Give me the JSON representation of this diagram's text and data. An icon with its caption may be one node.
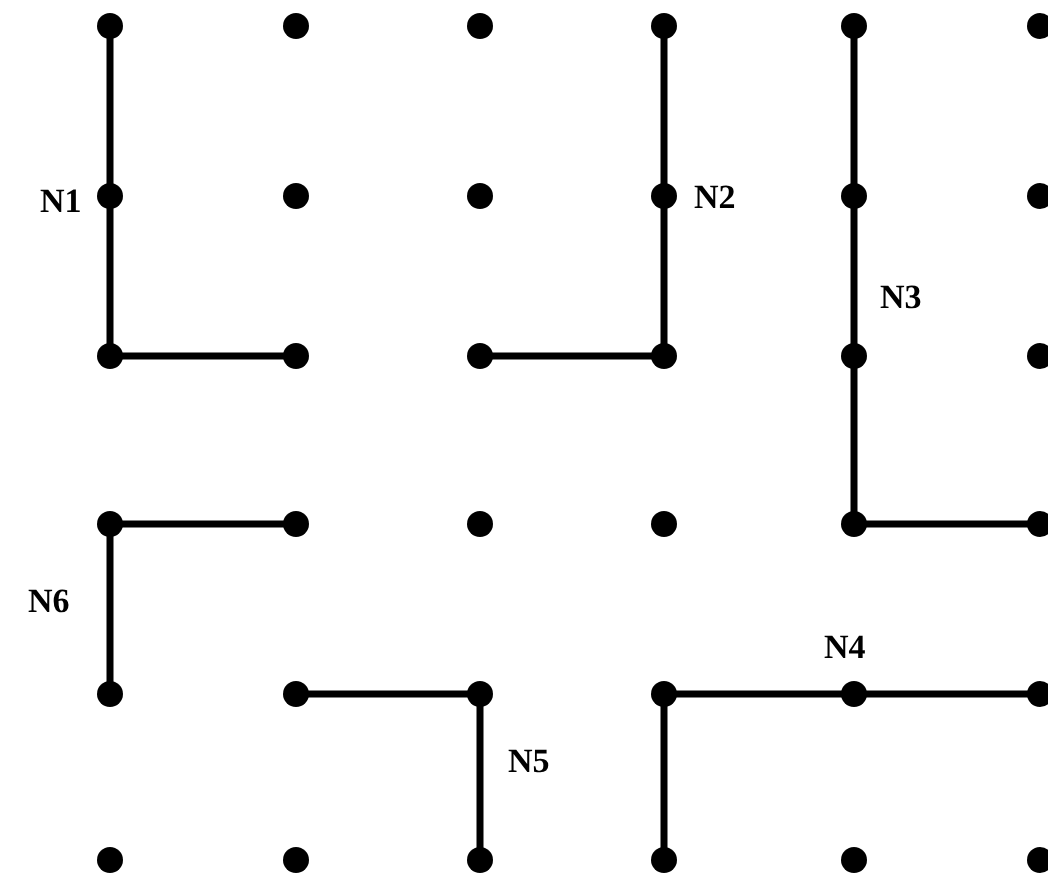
{
  "diagram": {
    "labels": [
      "N1",
      "N2",
      "N3",
      "N6",
      "N4",
      "N5"
    ]
  }
}
